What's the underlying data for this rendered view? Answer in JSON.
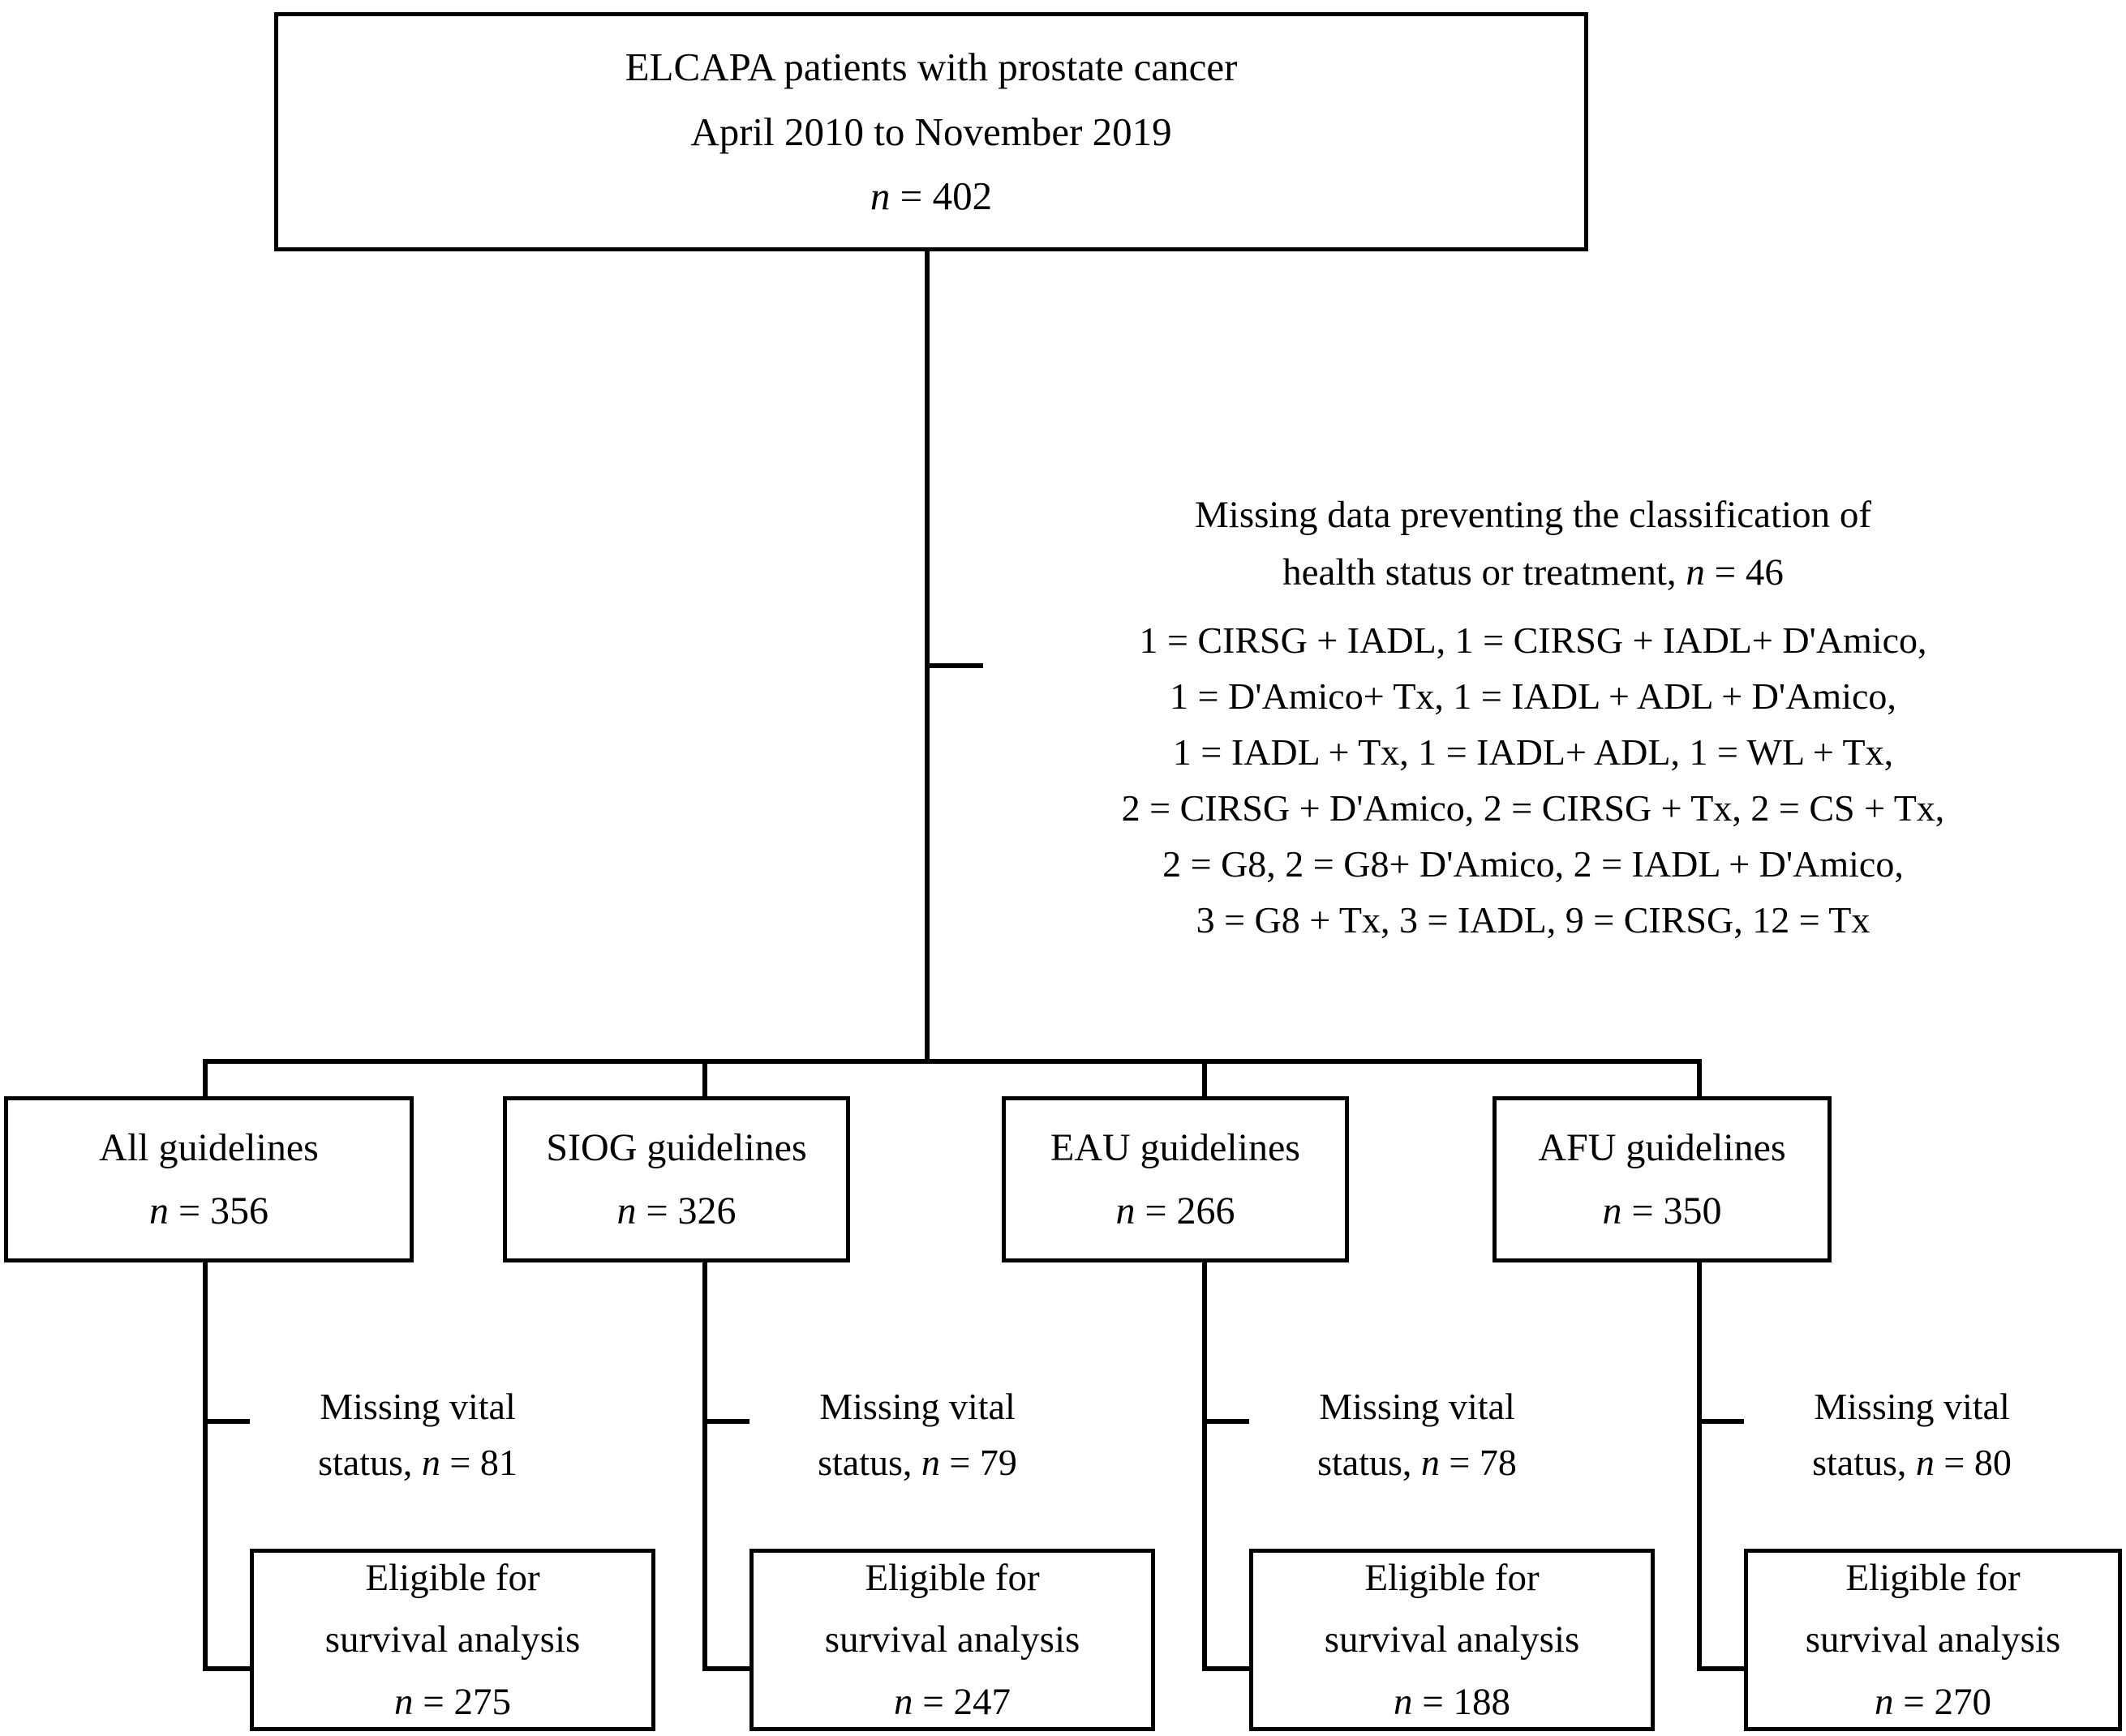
{
  "diagram": {
    "title": "ELCAPA prostate cancer study flow diagram",
    "colors": {
      "border": "#000000",
      "text": "#000000",
      "background": "#ffffff"
    }
  },
  "top_box": {
    "line1": "ELCAPA patients with prostate cancer",
    "line2": "April 2010 to November 2019",
    "n_prefix": "n",
    "n_equals": " = ",
    "n_value": "402"
  },
  "exclusion": {
    "heading_line1": "Missing data preventing the classification of",
    "heading_line2_pre": "health status or treatment, ",
    "heading_n_prefix": "n",
    "heading_equals": " = ",
    "heading_n_value": "46",
    "detail_lines": [
      "1 = CIRSG + IADL, 1 = CIRSG + IADL+ D'Amico,",
      "1 = D'Amico+ Tx, 1 = IADL + ADL + D'Amico,",
      "1 = IADL + Tx, 1 = IADL+ ADL, 1 = WL + Tx,",
      "2 = CIRSG + D'Amico, 2 = CIRSG + Tx, 2 = CS + Tx,",
      "2 = G8, 2 = G8+ D'Amico, 2 = IADL + D'Amico,",
      "3 = G8 + Tx, 3 = IADL, 9 = CIRSG, 12 = Tx"
    ]
  },
  "branches": [
    {
      "guideline_label": "All guidelines",
      "guideline_n_prefix": "n",
      "guideline_equals": " = ",
      "guideline_n_value": "356",
      "missing_line1": "Missing vital",
      "missing_line2_pre": "status, ",
      "missing_n_prefix": "n",
      "missing_equals": " = ",
      "missing_n_value": "81",
      "eligible_line1": "Eligible for",
      "eligible_line2": "survival analysis",
      "eligible_n_prefix": "n",
      "eligible_equals": " = ",
      "eligible_n_value": "275"
    },
    {
      "guideline_label": "SIOG guidelines",
      "guideline_n_prefix": "n",
      "guideline_equals": " = ",
      "guideline_n_value": "326",
      "missing_line1": "Missing vital",
      "missing_line2_pre": "status, ",
      "missing_n_prefix": "n",
      "missing_equals": " = ",
      "missing_n_value": "79",
      "eligible_line1": "Eligible for",
      "eligible_line2": "survival analysis",
      "eligible_n_prefix": "n",
      "eligible_equals": " = ",
      "eligible_n_value": "247"
    },
    {
      "guideline_label": "EAU guidelines",
      "guideline_n_prefix": "n",
      "guideline_equals": " = ",
      "guideline_n_value": "266",
      "missing_line1": "Missing vital",
      "missing_line2_pre": "status, ",
      "missing_n_prefix": "n",
      "missing_equals": " = ",
      "missing_n_value": "78",
      "eligible_line1": "Eligible for",
      "eligible_line2": "survival analysis",
      "eligible_n_prefix": "n",
      "eligible_equals": " = ",
      "eligible_n_value": "188"
    },
    {
      "guideline_label": "AFU guidelines",
      "guideline_n_prefix": "n",
      "guideline_equals": " = ",
      "guideline_n_value": "350",
      "missing_line1": "Missing vital",
      "missing_line2_pre": "status, ",
      "missing_n_prefix": "n",
      "missing_equals": " = ",
      "missing_n_value": "80",
      "eligible_line1": "Eligible for",
      "eligible_line2": "survival analysis",
      "eligible_n_prefix": "n",
      "eligible_equals": " = ",
      "eligible_n_value": "270"
    }
  ]
}
